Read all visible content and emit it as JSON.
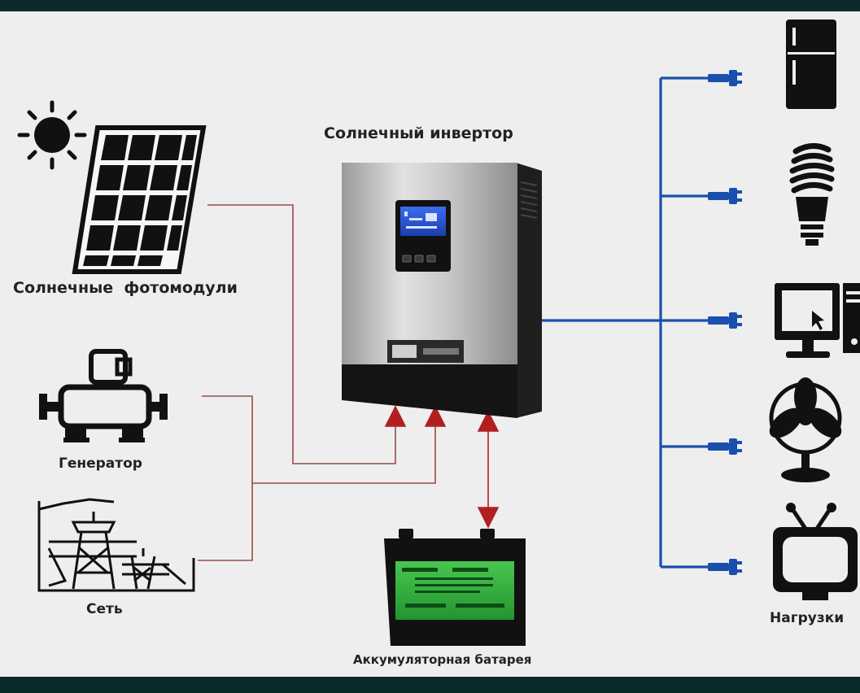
{
  "labels": {
    "inverter": "Солнечный инвертор",
    "solar_panels": "Солнечные  фотомодули",
    "generator": "Генератор",
    "grid": "Сеть",
    "battery": "Аккумуляторная батарея",
    "loads": "Нагрузки"
  },
  "icons": [
    "sun-icon",
    "solar-panel-icon",
    "generator-icon",
    "power-grid-icon",
    "inverter-device",
    "battery-icon",
    "fridge-icon",
    "lightbulb-icon",
    "computer-icon",
    "fan-icon",
    "tv-icon"
  ],
  "colors": {
    "background": "#eeeeee",
    "frame": "#0b2b2b",
    "input_line": "#9a4a4a",
    "arrow": "#b02020",
    "load_line": "#1a4fae",
    "battery_green": "#2faa3c",
    "icon": "#111111"
  }
}
